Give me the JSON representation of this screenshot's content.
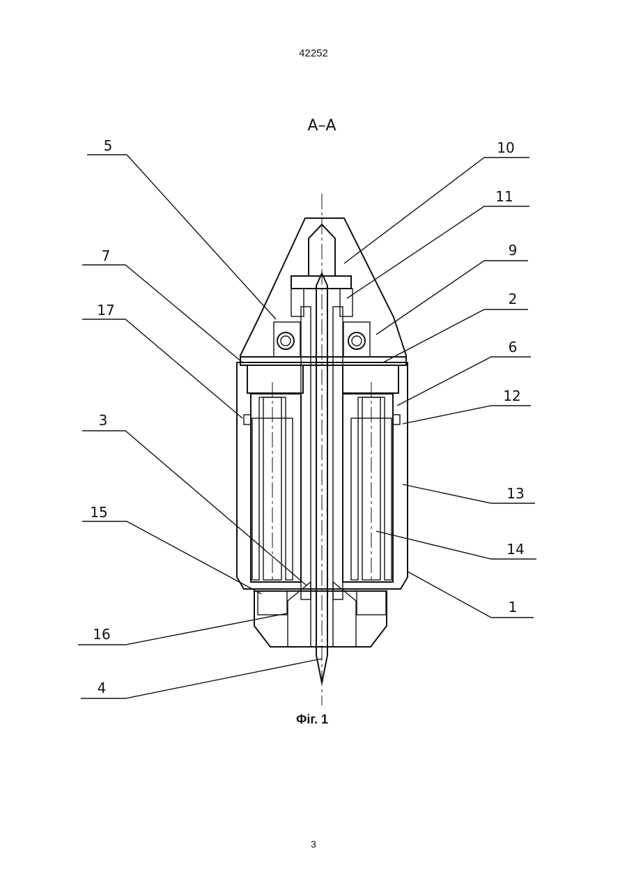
{
  "header": {
    "doc_number": "42252"
  },
  "footer": {
    "page_number": "3"
  },
  "figure": {
    "section_label": "A–A",
    "caption": "Фіг. 1",
    "labels": {
      "l1": "1",
      "l2": "2",
      "l3": "3",
      "l4": "4",
      "l5": "5",
      "l6": "6",
      "l7": "7",
      "l9": "9",
      "l10": "10",
      "l11": "11",
      "l12": "12",
      "l13": "13",
      "l14": "14",
      "l15": "15",
      "l16": "16",
      "l17": "17"
    }
  }
}
